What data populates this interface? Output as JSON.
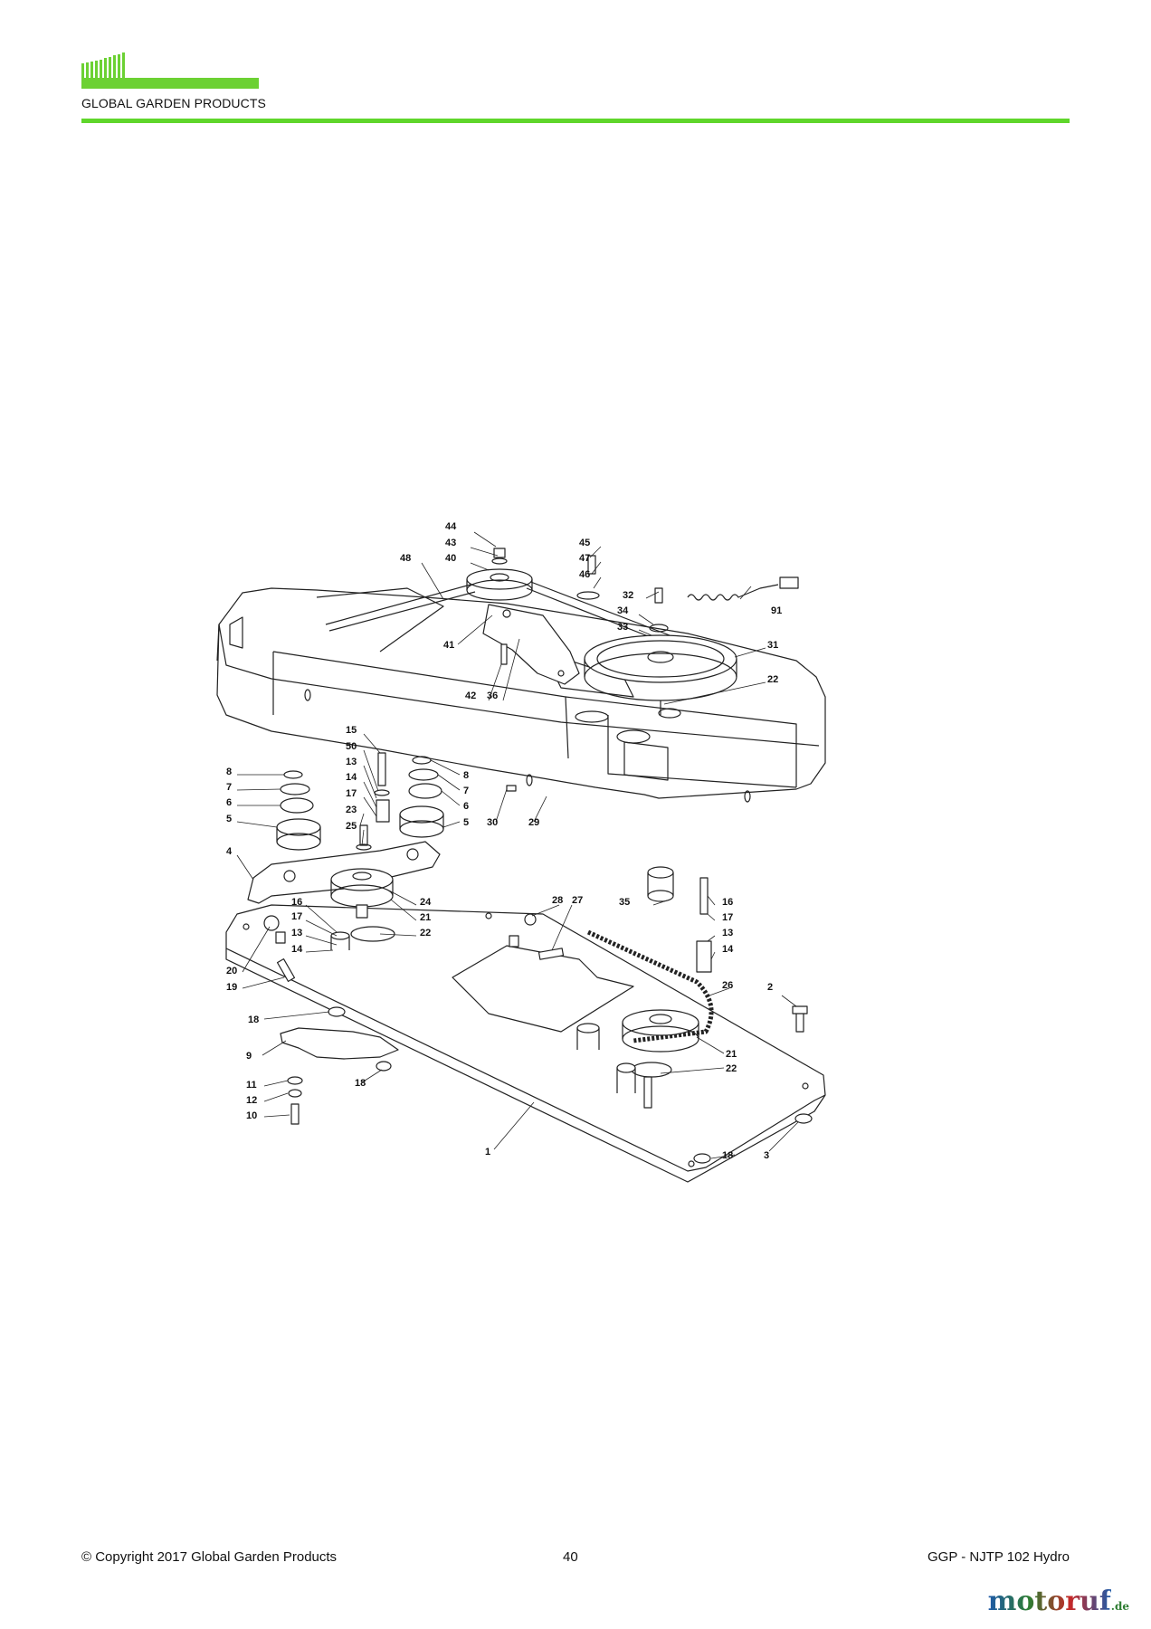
{
  "header": {
    "brand": "GLOBAL GARDEN PRODUCTS",
    "brand_color": "#6cd133"
  },
  "diagram": {
    "callouts": [
      "44",
      "43",
      "40",
      "48",
      "45",
      "47",
      "46",
      "32",
      "91",
      "34",
      "33",
      "41",
      "31",
      "22",
      "42",
      "36",
      "15",
      "50",
      "13",
      "14",
      "17",
      "23",
      "25",
      "8",
      "7",
      "6",
      "5",
      "4",
      "30",
      "29",
      "16",
      "24",
      "21",
      "20",
      "19",
      "28",
      "27",
      "35",
      "26",
      "2",
      "18",
      "9",
      "11",
      "12",
      "10",
      "3",
      "1"
    ]
  },
  "footer": {
    "copyright": "© Copyright 2017 Global Garden Products",
    "page_number": "40",
    "model": "GGP - NJTP 102 Hydro"
  },
  "watermark": {
    "text": "motoruf",
    "suffix": ".de"
  }
}
